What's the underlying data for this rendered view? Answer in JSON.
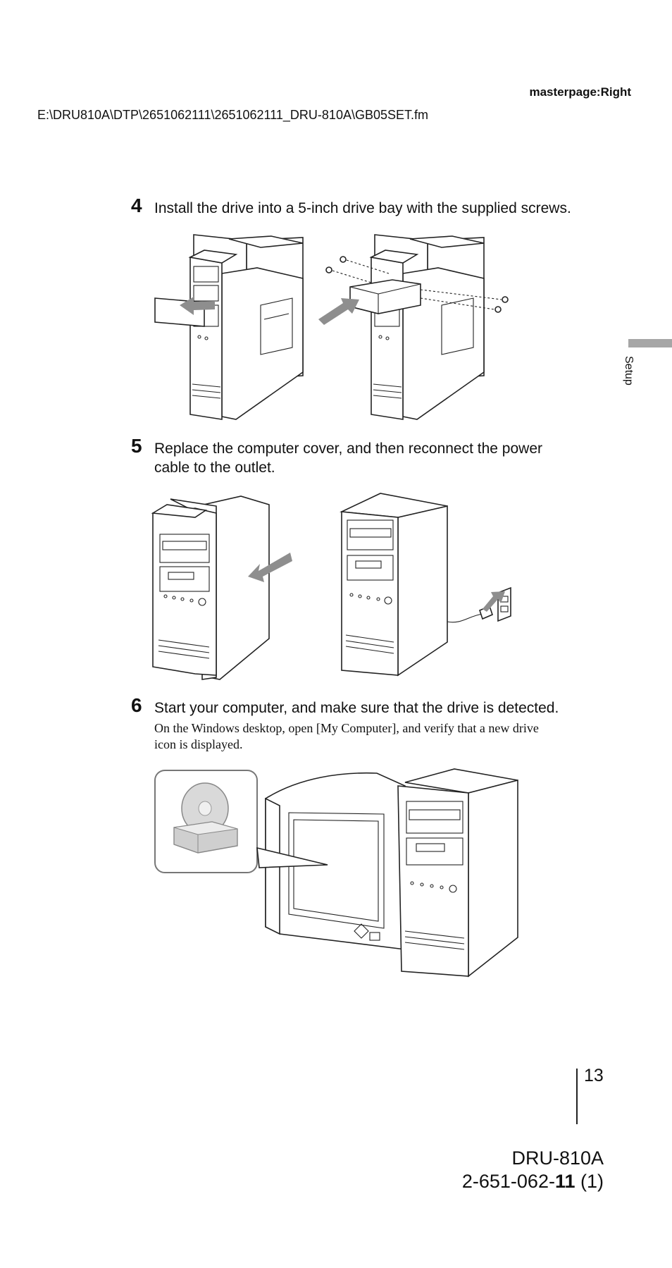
{
  "header": {
    "masterpage": "masterpage:Right",
    "filepath": "E:\\DRU810A\\DTP\\2651062111\\2651062111_DRU-810A\\GB05SET.fm"
  },
  "side_tab": {
    "label": "Setup",
    "color": "#a6a6a6"
  },
  "steps": [
    {
      "number": "4",
      "text": "Install the drive into a 5-inch drive bay with the supplied screws."
    },
    {
      "number": "5",
      "text_line1": "Replace the computer cover, and then reconnect the power",
      "text_line2": "cable to the outlet."
    },
    {
      "number": "6",
      "text": "Start your computer, and make sure that the drive is detected.",
      "note_line1": "On the Windows desktop, open [My Computer], and verify that a new drive",
      "note_line2": "icon is displayed."
    }
  ],
  "footer": {
    "page_number": "13",
    "model": "DRU-810A",
    "part_prefix": "2-651-062-",
    "part_bold": "11",
    "part_suffix": " (1)"
  },
  "illustrations": {
    "step4": [
      "tower-open-bay-illustration",
      "drive-insert-screws-illustration"
    ],
    "step5": [
      "cover-replace-illustration",
      "power-cable-illustration"
    ],
    "step6": [
      "drive-icon-callout",
      "monitor-and-tower-illustration"
    ]
  }
}
